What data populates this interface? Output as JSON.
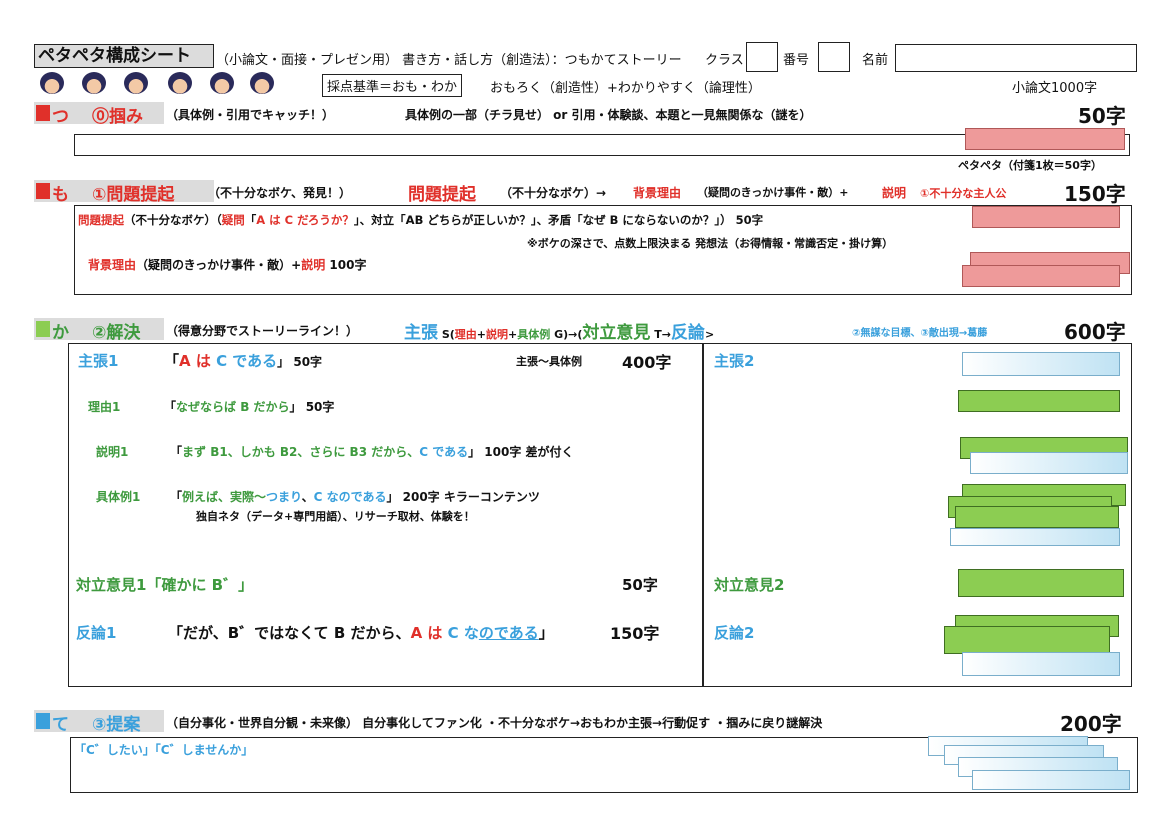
{
  "header": {
    "title": "ペタペタ構成シート",
    "subtitle": "（小論文・面接・プレゼン用） 書き方・話し方（創造法）：つもかてストーリー",
    "class_label": "クラス",
    "number_label": "番号",
    "name_label": "名前",
    "criteria": "採点基準＝おも・わか",
    "criteria_desc": "おもろく（創造性）+わかりやすく（論理性）",
    "word_count": "小論文1000字"
  },
  "sections": {
    "tsu": {
      "mark": "つ",
      "title": "⓪掴み",
      "desc": "（具体例・引用でキャッチ！）",
      "detail": "具体例の一部（チラ見せ） or 引用・体験談、本題と一見無関係な（謎を）",
      "count": "50字",
      "note": "ペタペタ（付箋1枚＝50字）"
    },
    "mo": {
      "mark": "も",
      "title": "①問題提起",
      "desc": "（不十分なボケ、発見！）",
      "head2": "問題提起",
      "head2_desc": "（不十分なボケ）→",
      "bg": "背景理由",
      "bg_desc": "（疑問のきっかけ事件・敵）+",
      "exp": "説明",
      "extra": "①不十分な主人公",
      "count": "150字",
      "line1_a": "問題提起",
      "line1_b": "（不十分なボケ）（",
      "line1_c": "疑問",
      "line1_d": "「",
      "line1_e": "A は C だろうか？",
      "line1_f": "」、対立「AB どちらが正しいか？」、矛盾「なぜ B にならないのか？」） 50字",
      "line2": "※ボケの深さで、点数上限決まる 発想法（お得情報・常識否定・掛け算）",
      "line3_a": "背景理由",
      "line3_b": "（疑問のきっかけ事件・敵）+",
      "line3_c": "説明",
      "line3_d": " 100字"
    },
    "ka": {
      "mark": "か",
      "title": "②解決",
      "desc": "（得意分野でストーリーライン！）",
      "claim": "主張",
      "s_part1": "S(",
      "s_reason": "理由",
      "s_plus1": "+",
      "s_explain": "説明",
      "s_plus2": "+",
      "s_example": "具体例",
      "s_part2": " G)→(",
      "counter": "対立意見",
      "t_part": " T→",
      "rebut": "反論",
      "arrow": ">",
      "extra": "②無謀な目標、③敵出現→葛藤",
      "count": "600字",
      "claim1": "主張1",
      "claim1_text_a": "「",
      "claim1_text_b": "A は",
      "claim1_text_c": " C である",
      "claim1_text_d": "」 50字",
      "claim_range": "主張～具体例",
      "claim_range_count": "400字",
      "claim2": "主張2",
      "reason1": "理由1",
      "reason1_a": "「",
      "reason1_b": "なぜならば B だから",
      "reason1_c": "」 50字",
      "explain1": "説明1",
      "explain1_a": "「",
      "explain1_b": "まず B1、しかも B2、さらに B3 だから、",
      "explain1_c": "C である",
      "explain1_d": "」 100字 差が付く",
      "example1": "具体例1",
      "example1_a": "「",
      "example1_b": "例えば、実際～",
      "example1_c": "つまり",
      "example1_d": "、",
      "example1_e": "C なのである",
      "example1_f": "」 200字 キラーコンテンツ",
      "example1_line2": "独自ネタ（データ+専門用語）、リサーチ取材、体験を！",
      "counter1": "対立意見1「確かに B゛」",
      "counter1_count": "50字",
      "counter2": "対立意見2",
      "rebut1": "反論1",
      "rebut1_a": "「だが、B゛ではなくて B だから、",
      "rebut1_b": "A は",
      "rebut1_c": " C な",
      "rebut1_d": "のである",
      "rebut1_e": "」",
      "rebut1_count": "150字",
      "rebut2": "反論2"
    },
    "te": {
      "mark": "て",
      "title": "③提案",
      "desc": "（自分事化・世界自分観・未来像） 自分事化してファン化 ・不十分なボケ→おもわか主張→行動促す ・掴みに戻り謎解決",
      "count": "200字",
      "example": "「C゛したい」「C゛しませんか」"
    }
  },
  "colors": {
    "red": "#e0302a",
    "blue": "#3aa0dc",
    "green": "#3e9a3e",
    "pink_note": "#ee9a9a",
    "green_note": "#8ccd52",
    "light_note": "#bfe2f3"
  }
}
